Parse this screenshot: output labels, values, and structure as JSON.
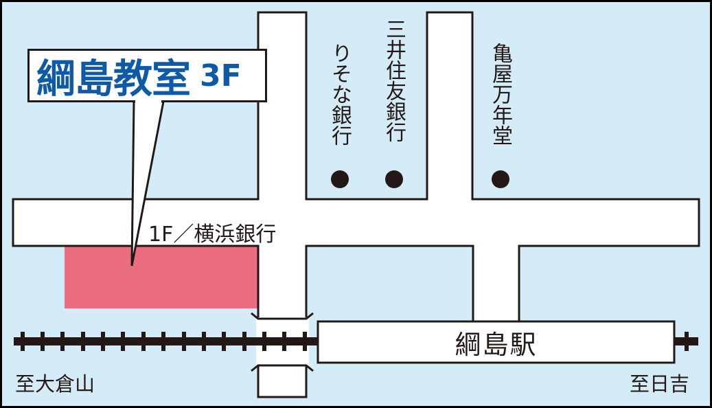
{
  "map": {
    "colors": {
      "background": "#d4ebf8",
      "road": "#ffffff",
      "outline": "#231815",
      "building": "#ea6e80",
      "label_text": "#0e5aa7"
    },
    "destination_label": {
      "name": "綱島教室",
      "floor": "3F"
    },
    "building_note": "1F／横浜銀行",
    "landmarks": [
      {
        "name": "りそな銀行",
        "marker": "dot"
      },
      {
        "name": "三井住友銀行",
        "marker": "dot"
      },
      {
        "name": "亀屋万年堂",
        "marker": "dot"
      }
    ],
    "station": {
      "name": "綱島駅"
    },
    "directions": {
      "left": "至大倉山",
      "right": "至日吉"
    }
  }
}
